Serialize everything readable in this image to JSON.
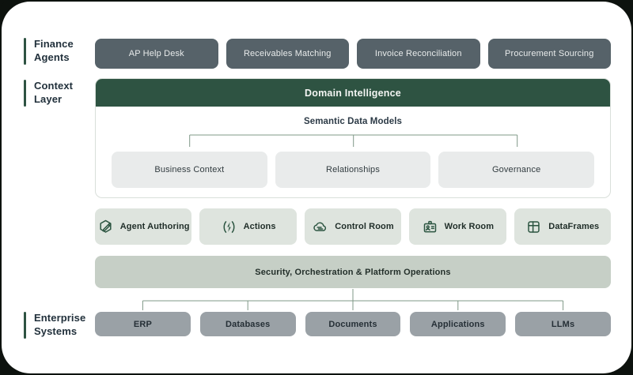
{
  "finance_agents": {
    "section_label": "Finance Agents",
    "items": [
      "AP Help Desk",
      "Receivables Matching",
      "Invoice Reconciliation",
      "Procurement Sourcing"
    ]
  },
  "context_layer": {
    "section_label": "Context Layer",
    "header": "Domain Intelligence",
    "subheader": "Semantic Data Models",
    "models": [
      "Business Context",
      "Relationships",
      "Governance"
    ]
  },
  "platform_modules": [
    {
      "icon": "agent-authoring-icon",
      "label": "Agent Authoring"
    },
    {
      "icon": "actions-icon",
      "label": "Actions"
    },
    {
      "icon": "control-room-icon",
      "label": "Control Room"
    },
    {
      "icon": "work-room-icon",
      "label": "Work Room"
    },
    {
      "icon": "dataframes-icon",
      "label": "DataFrames"
    }
  ],
  "security_bar": {
    "label": "Security, Orchestration & Platform Operations"
  },
  "enterprise_systems": {
    "section_label": "Enterprise Systems",
    "items": [
      "ERP",
      "Databases",
      "Documents",
      "Applications",
      "LLMs"
    ]
  },
  "colors": {
    "background": "#0d120e",
    "card": "#ffffff",
    "dark_green": "#2e5342",
    "slate": "#566269",
    "light_box": "#e9ebeb",
    "module_box": "#dee4de",
    "security_bar": "#c6cfc6",
    "enterprise_box": "#9aa1a6",
    "connector_line": "#7f9887",
    "label_text": "#22313c"
  }
}
